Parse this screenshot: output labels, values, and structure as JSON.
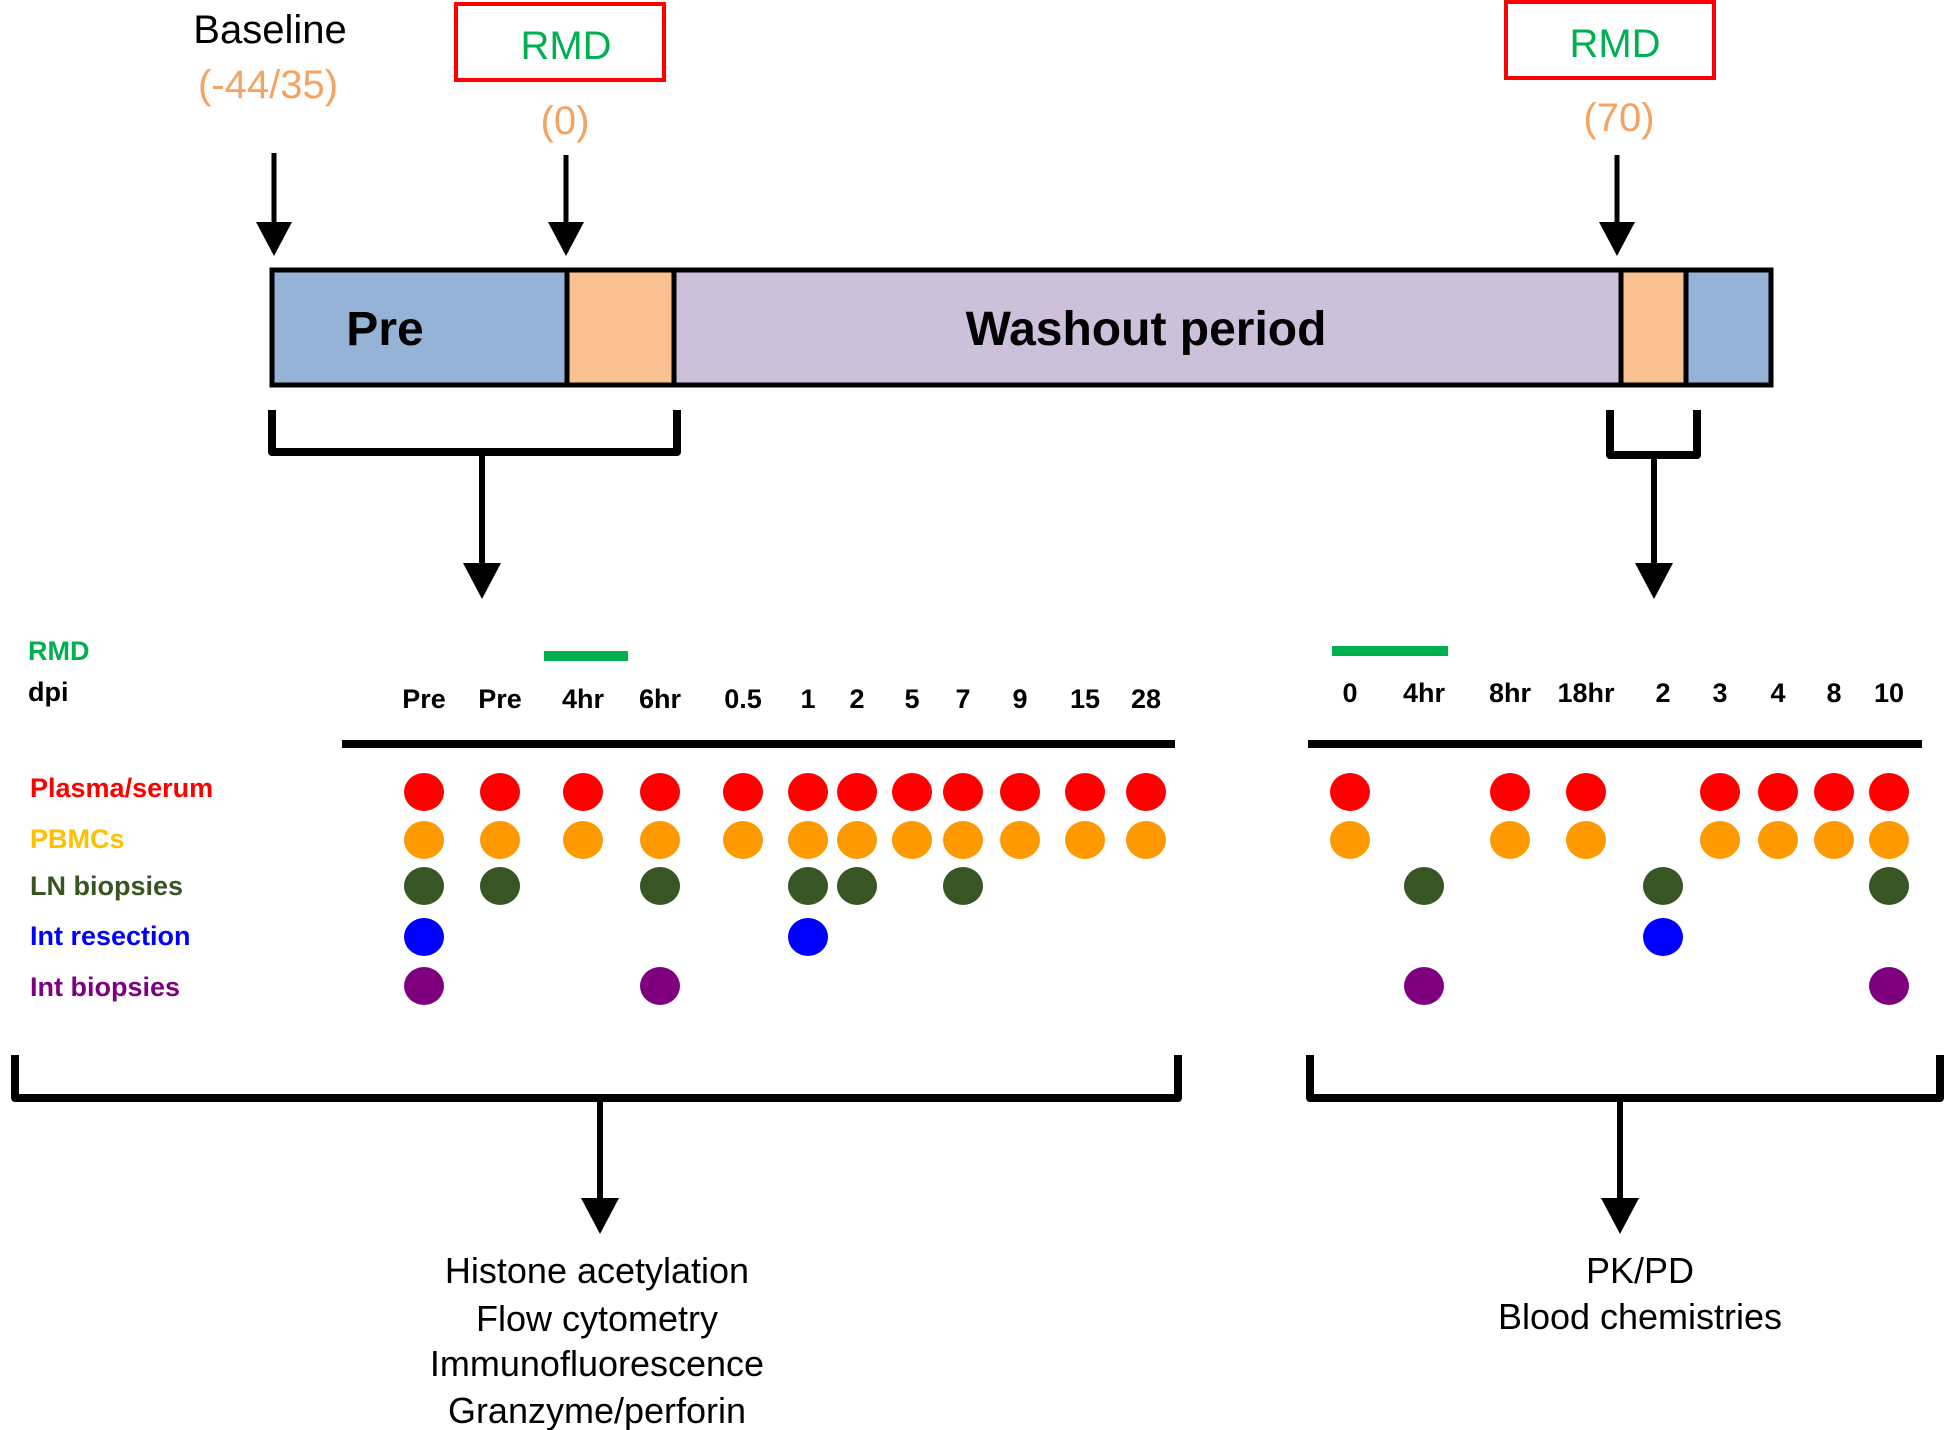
{
  "header": {
    "baseline_label": "Baseline",
    "baseline_days": "(-44/35)",
    "rmd1_label": "RMD",
    "rmd1_day": "(0)",
    "rmd2_label": "RMD",
    "rmd2_day": "(70)"
  },
  "timeline": {
    "pre_label": "Pre",
    "washout_label": "Washout period"
  },
  "rows": {
    "rmd_label": "RMD",
    "dpi_label": "dpi",
    "plasma_label": "Plasma/serum",
    "pbmc_label": "PBMCs",
    "ln_label": "LN biopsies",
    "int_resection_label": "Int resection",
    "int_biopsies_label": "Int biopsies"
  },
  "left_panel": {
    "time_points": [
      "Pre",
      "Pre",
      "4hr",
      "6hr",
      "0.5",
      "1",
      "2",
      "5",
      "7",
      "9",
      "15",
      "28"
    ],
    "samples": {
      "plasma": [
        "Pre",
        "Pre",
        "4hr",
        "6hr",
        "0.5",
        "1",
        "2",
        "5",
        "7",
        "9",
        "15",
        "28"
      ],
      "pbmc": [
        "Pre",
        "Pre",
        "4hr",
        "6hr",
        "0.5",
        "1",
        "2",
        "5",
        "7",
        "9",
        "15",
        "28"
      ],
      "ln": [
        "Pre",
        "Pre",
        "6hr",
        "1",
        "2",
        "7"
      ],
      "int_resection": [
        "Pre",
        "1"
      ],
      "int_biopsies": [
        "Pre",
        "6hr"
      ]
    },
    "analyses": [
      "Histone acetylation",
      "Flow cytometry",
      "Immunofluorescence",
      "Granzyme/perforin"
    ]
  },
  "right_panel": {
    "time_points": [
      "0",
      "4hr",
      "8hr",
      "18hr",
      "2",
      "3",
      "4",
      "8",
      "10"
    ],
    "samples": {
      "plasma": [
        "0",
        "8hr",
        "18hr",
        "3",
        "4",
        "8",
        "10"
      ],
      "pbmc": [
        "0",
        "8hr",
        "18hr",
        "3",
        "4",
        "8",
        "10"
      ],
      "ln": [
        "4hr",
        "2",
        "10"
      ],
      "int_resection": [
        "2"
      ],
      "int_biopsies": [
        "4hr",
        "10"
      ]
    },
    "analyses": [
      "PK/PD",
      "Blood chemistries"
    ]
  },
  "colors": {
    "plasma": "#ff0000",
    "pbmc": "#ff9900",
    "ln": "#375623",
    "int_resection": "#0000ff",
    "int_biopsies": "#7f007f",
    "rmd_green": "#00b050",
    "rmd_box_red": "#ff0000",
    "day_orange": "#f4a460",
    "pbmc_label": "#ffc000",
    "pre_fill": "#95b3d7",
    "treat_fill": "#fac090",
    "washout_fill": "#ccc0da"
  }
}
